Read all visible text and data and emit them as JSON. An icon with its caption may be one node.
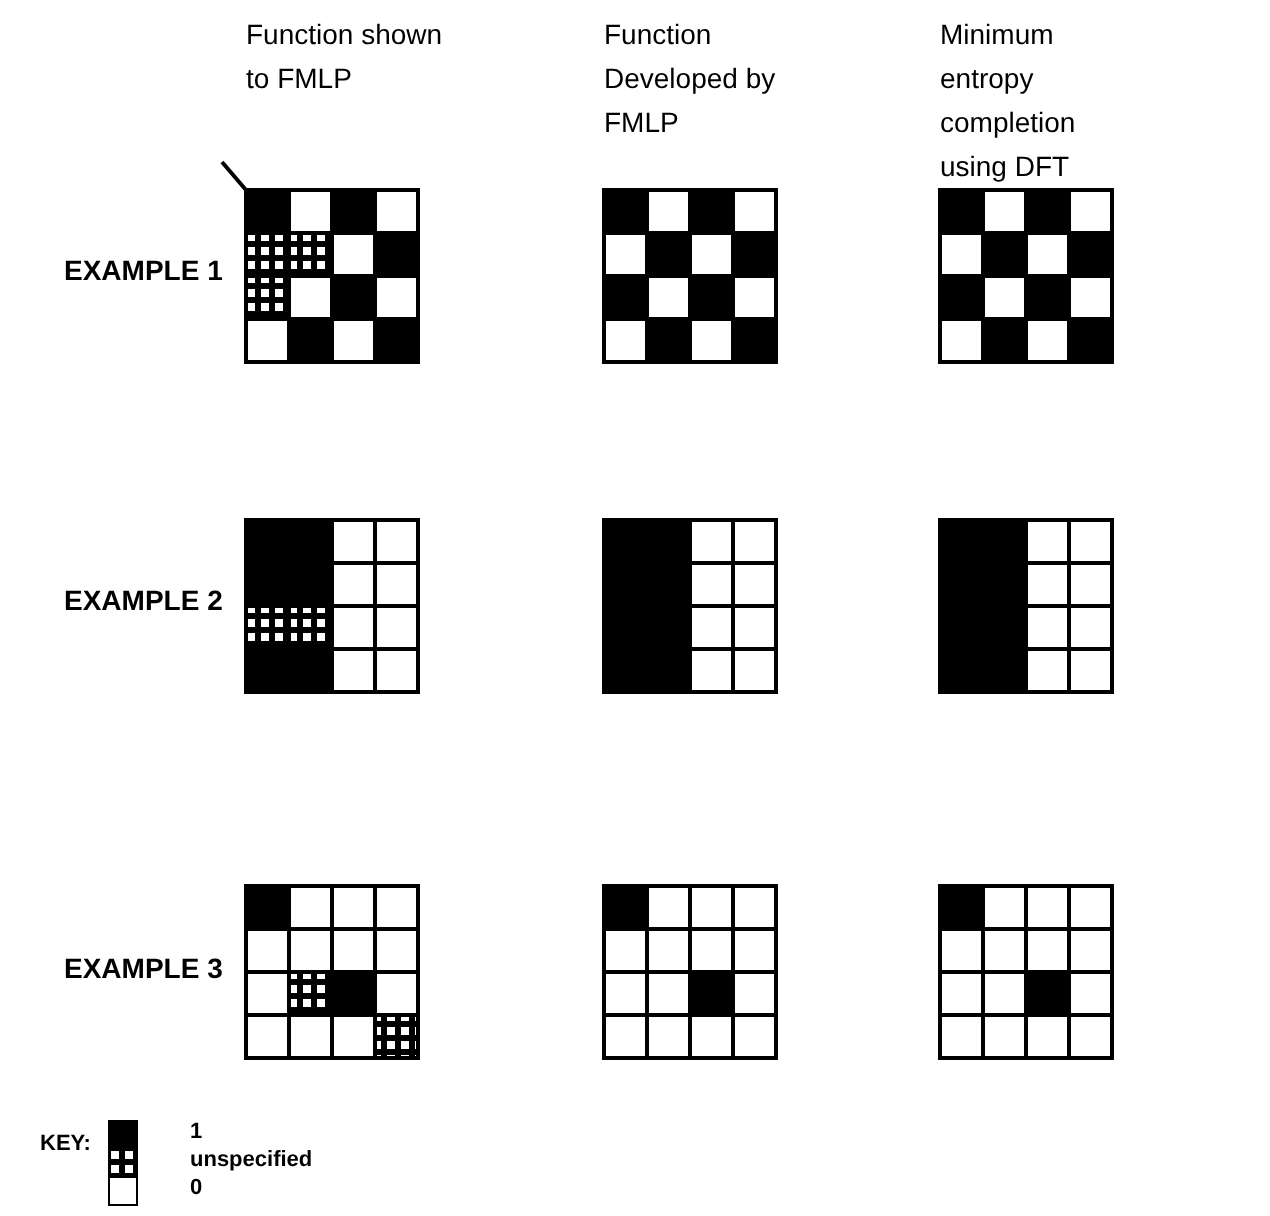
{
  "diagram": {
    "labels": [
      "Function shown to FMLP",
      "Function Developed by FMLP",
      "Minimum entropy completion using DFT",
      "EXAMPLE 1",
      "EXAMPLE 2",
      "EXAMPLE 3",
      "KEY:"
    ],
    "legend": [
      {
        "text": "1",
        "color": "#000000"
      },
      {
        "text": "unspecified"
      },
      {
        "text": "0",
        "color": "#ffffff"
      }
    ]
  }
}
